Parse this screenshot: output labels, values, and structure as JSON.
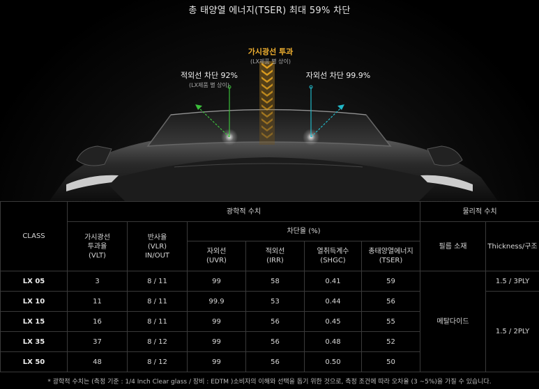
{
  "headline": "총 태양열 에너지(TSER) 최대  59% 차단",
  "labels": {
    "uv": {
      "main": "적외선 차단 92%",
      "sub": "(LX제품 별 상이)"
    },
    "visible": {
      "main": "가시광선 투과",
      "sub": "(LX제품 별 상이)"
    },
    "ir": {
      "main": "자외선 차단 99.9%"
    }
  },
  "table": {
    "class_header": "CLASS",
    "optical_header": "광학적 수치",
    "physical_header": "물리적 수치",
    "vlt_header": "가시광선\n투과율\n(VLT)",
    "vlr_header": "반사율\n(VLR)\nIN/OUT",
    "block_header": "차단율 (%)",
    "uvr_header": "자외선\n(UVR)",
    "irr_header": "적외선\n(IRR)",
    "shgc_header": "열취득계수\n(SHGC)",
    "tser_header": "총태양열에너지\n(TSER)",
    "material_header": "필름 소재",
    "thickness_header": "Thickness/구조",
    "material_value": "메탈다이드",
    "thickness_values": [
      "1.5 / 3PLY",
      "1.5 / 2PLY"
    ],
    "rows": [
      {
        "cls": "LX 05",
        "vlt": "3",
        "vlr": "8 / 11",
        "uvr": "99",
        "irr": "58",
        "shgc": "0.41",
        "tser": "59"
      },
      {
        "cls": "LX 10",
        "vlt": "11",
        "vlr": "8 / 11",
        "uvr": "99.9",
        "irr": "53",
        "shgc": "0.44",
        "tser": "56"
      },
      {
        "cls": "LX 15",
        "vlt": "16",
        "vlr": "8 / 11",
        "uvr": "99",
        "irr": "56",
        "shgc": "0.45",
        "tser": "55"
      },
      {
        "cls": "LX 35",
        "vlt": "37",
        "vlr": "8 / 12",
        "uvr": "99",
        "irr": "56",
        "shgc": "0.48",
        "tser": "52"
      },
      {
        "cls": "LX 50",
        "vlt": "48",
        "vlr": "8 / 12",
        "uvr": "99",
        "irr": "56",
        "shgc": "0.50",
        "tser": "50"
      }
    ]
  },
  "footnote": "* 광학적 수치는 (측정 기준 : 1/4 Inch Clear glass / 장비 : EDTM )소비자의 이해와 선택을 돕기 위한 것으로, 측정 조건에 따라 오차율 (3 ~5%)을 가질 수 있습니다.",
  "colors": {
    "uv_line": "#3bbf3b",
    "ir_line": "#22b8c8",
    "visible_arrows": "#e0a020"
  }
}
